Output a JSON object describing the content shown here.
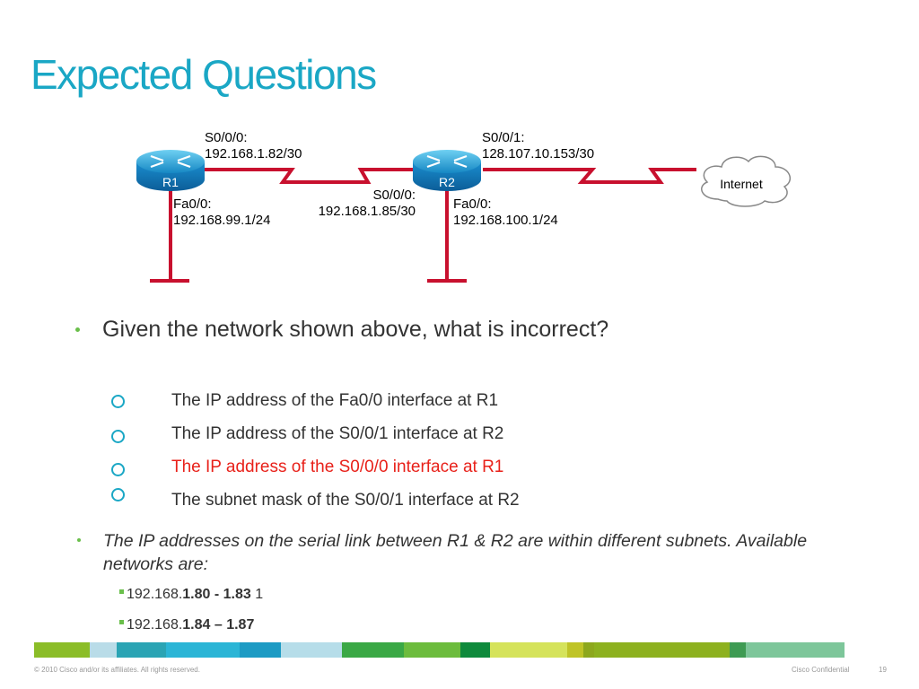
{
  "slide": {
    "title": "Expected Questions",
    "question": "Given the network shown above, what is incorrect?",
    "options": [
      {
        "text": "The IP address of the Fa0/0 interface at R1",
        "correct": false
      },
      {
        "text": "The IP address of the S0/0/1 interface at R2",
        "correct": false
      },
      {
        "text": "The IP address of the S0/0/0 interface at R1",
        "correct": true
      },
      {
        "text": "The subnet mask of the S0/0/1 interface at R2",
        "correct": false
      }
    ],
    "explanation": "The IP addresses on the serial link between R1 & R2 are within different subnets. Available networks are:",
    "networks": [
      {
        "prefix": "192.168.",
        "range": "1.80 - 1.83",
        "suffix": " 1"
      },
      {
        "prefix": "192.168.",
        "range": "1.84 – 1.87",
        "suffix": ""
      }
    ]
  },
  "diagram": {
    "r1": {
      "name": "R1"
    },
    "r2": {
      "name": "R2"
    },
    "internet": {
      "name": "Internet"
    },
    "labels": {
      "r1_s000_if": "S0/0/0:",
      "r1_s000_ip": "192.168.1.82/30",
      "r1_fa00_if": "Fa0/0:",
      "r1_fa00_ip": "192.168.99.1/24",
      "r2_s000_if": "S0/0/0:",
      "r2_s000_ip": "192.168.1.85/30",
      "r2_s001_if": "S0/0/1:",
      "r2_s001_ip": "128.107.10.153/30",
      "r2_fa00_if": "Fa0/0:",
      "r2_fa00_ip": "192.168.100.1/24"
    },
    "colors": {
      "link": "#c8102e",
      "router": "#1a9fd6",
      "accent": "#1aa7c5"
    }
  },
  "footer": {
    "copyright": "© 2010 Cisco and/or its affiliates. All rights reserved.",
    "confidential": "Cisco Confidential",
    "page": "19"
  }
}
